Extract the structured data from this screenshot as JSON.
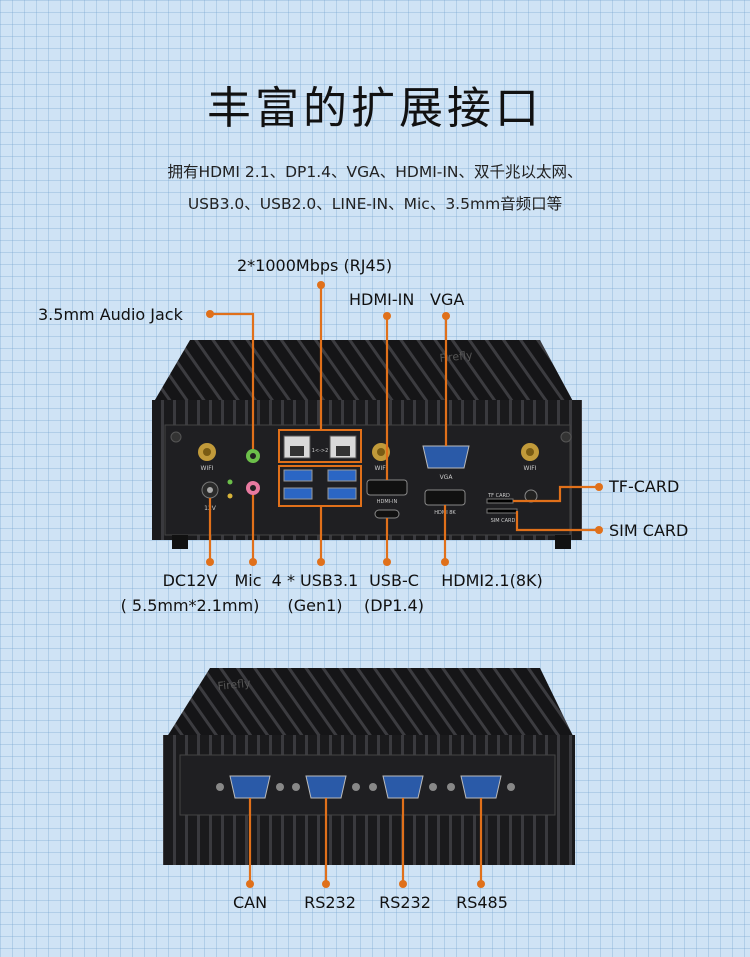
{
  "title": "丰富的扩展接口",
  "subtitle_line1": "拥有HDMI 2.1、DP1.4、VGA、HDMI-IN、双千兆以太网、",
  "subtitle_line2": "USB3.0、USB2.0、LINE-IN、Mic、3.5mm音频口等",
  "front_labels": {
    "rj45": "2*1000Mbps (RJ45)",
    "audio_jack": "3.5mm Audio Jack",
    "hdmi_in": "HDMI-IN",
    "vga": "VGA",
    "tf_card": "TF-CARD",
    "sim_card": "SIM CARD",
    "dc_line1": "DC12V",
    "dc_line2": "( 5.5mm*2.1mm)",
    "mic": "Mic",
    "usb_line1": "4 * USB3.1",
    "usb_line2": "(Gen1)",
    "usbc_line1": "USB-C",
    "usbc_line2": "(DP1.4)",
    "hdmi21": "HDMI2.1(8K)"
  },
  "panel_text": {
    "wifi": "WIFI",
    "lan": "1<->2",
    "vga": "VGA",
    "hdmi_in": "HDMI-IN",
    "hdmi_8k": "HDMI 8K",
    "tf_card": "TF CARD",
    "sim_card": "SIM CARD",
    "dc": "12V",
    "brand": "Firefly"
  },
  "back_labels": {
    "can": "CAN",
    "rs232a": "RS232",
    "rs232b": "RS232",
    "rs485": "RS485"
  },
  "colors": {
    "accent": "#e0701a",
    "background": "#cfe3f5",
    "chassis": "#1c1c1e"
  }
}
